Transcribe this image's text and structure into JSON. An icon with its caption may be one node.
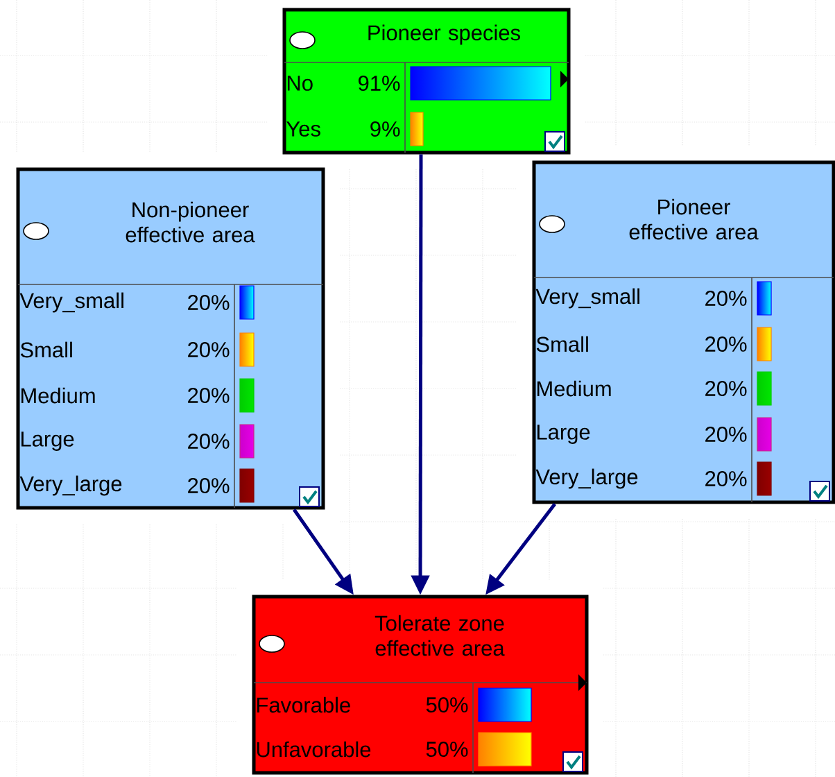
{
  "diagram": {
    "nodes": [
      {
        "text": [
          "Pioneer species",
          "No",
          "91%",
          "Yes",
          "9%"
        ]
      },
      {
        "text": [
          "Non-pioneer effective area",
          "Very_small",
          "20%",
          "Small",
          "20%",
          "Medium",
          "20%",
          "Large",
          "20%",
          "Very_large",
          "20%"
        ]
      },
      {
        "text": [
          "Pioneer effective area",
          "Very_small",
          "20%",
          "Small",
          "20%",
          "Medium",
          "20%",
          "Large",
          "20%",
          "Very_large",
          "20%"
        ]
      },
      {
        "text": [
          "Tolerate zone effective area",
          "Favorable",
          "50%",
          "Unfavorable",
          "50%"
        ]
      }
    ],
    "edges": [
      {
        "from": 1,
        "to": 3,
        "arrow": "to"
      },
      {
        "from": 0,
        "to": 3,
        "arrow": "to"
      },
      {
        "from": 2,
        "to": 3,
        "arrow": "to"
      }
    ]
  }
}
